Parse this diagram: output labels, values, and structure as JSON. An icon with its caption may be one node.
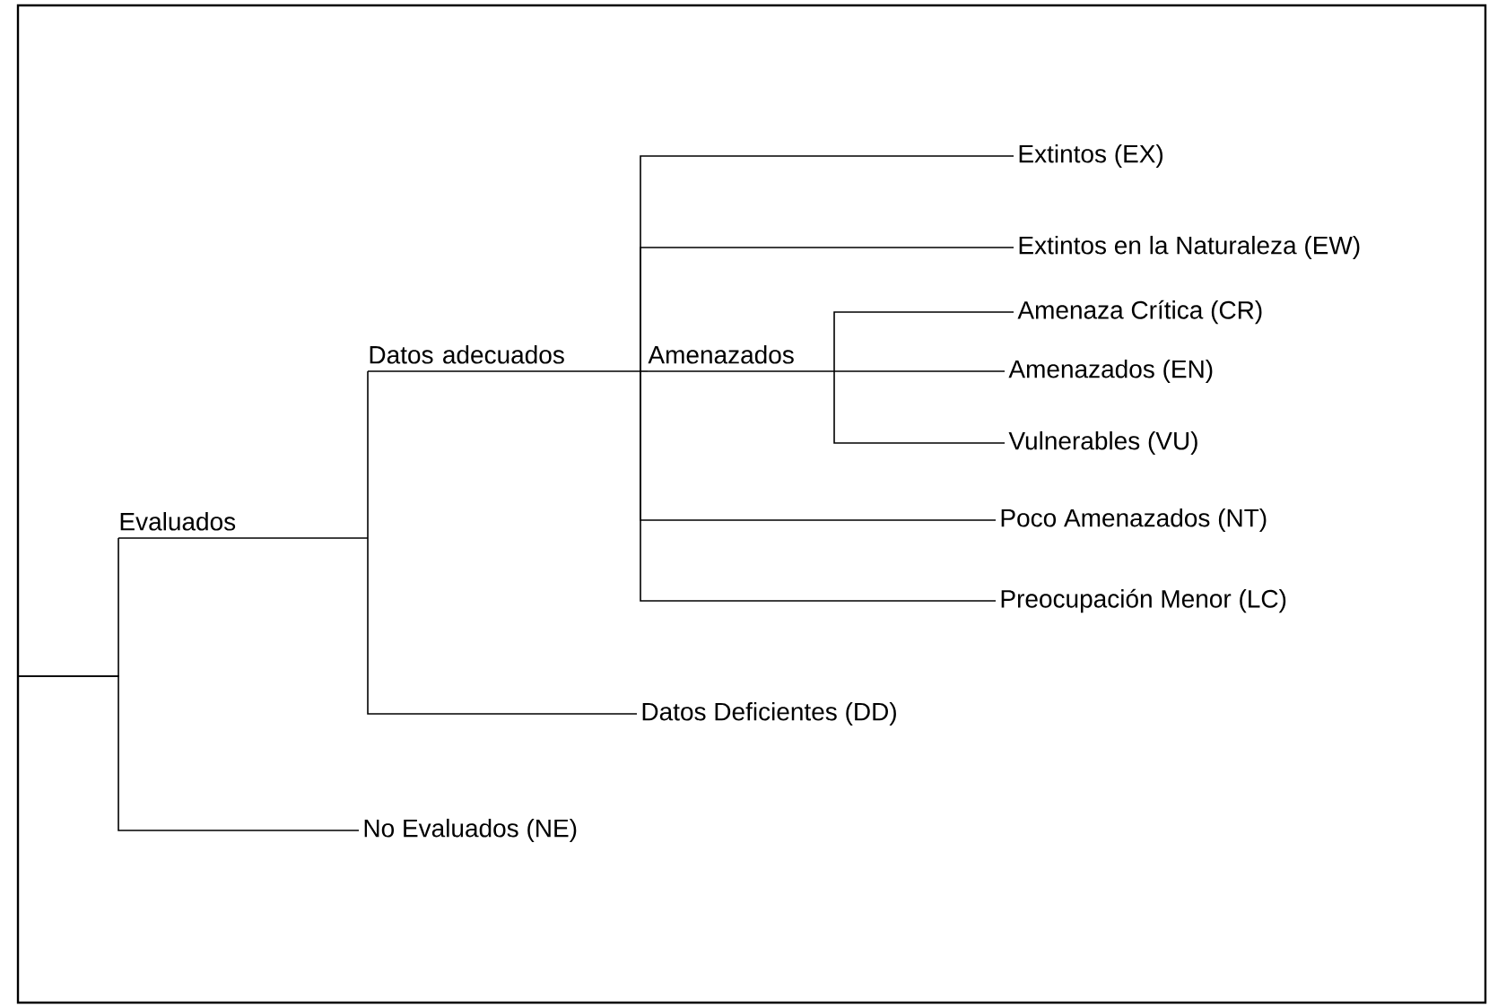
{
  "diagram": {
    "nodes": [
      {
        "text": [
          "Evaluados"
        ]
      },
      {
        "text": [
          "Datos adecuados"
        ]
      },
      {
        "text": [
          "Amenazados"
        ]
      },
      {
        "text": [
          "Extintos (EX)"
        ]
      },
      {
        "text": [
          "Extintos en la Naturaleza (EW)"
        ]
      },
      {
        "text": [
          "Amenaza Crítica (CR)"
        ]
      },
      {
        "text": [
          "Amenazados (EN)"
        ]
      },
      {
        "text": [
          "Vulnerables (VU)"
        ]
      },
      {
        "text": [
          "Poco Amenazados (NT)"
        ]
      },
      {
        "text": [
          "Preocupación Menor (LC)"
        ]
      },
      {
        "text": [
          "Datos Deficientes (DD)"
        ]
      },
      {
        "text": [
          "No Evaluados (NE)"
        ]
      }
    ],
    "edges": [
      {
        "from": null,
        "to": 0,
        "arrow": "none"
      },
      {
        "from": null,
        "to": 11,
        "arrow": "none"
      },
      {
        "from": 0,
        "to": 1,
        "arrow": "none"
      },
      {
        "from": 0,
        "to": 10,
        "arrow": "none"
      },
      {
        "from": 1,
        "to": 3,
        "arrow": "none"
      },
      {
        "from": 1,
        "to": 4,
        "arrow": "none"
      },
      {
        "from": 1,
        "to": 2,
        "arrow": "none"
      },
      {
        "from": 1,
        "to": 8,
        "arrow": "none"
      },
      {
        "from": 1,
        "to": 9,
        "arrow": "none"
      },
      {
        "from": 2,
        "to": 5,
        "arrow": "none"
      },
      {
        "from": 2,
        "to": 6,
        "arrow": "none"
      },
      {
        "from": 2,
        "to": 7,
        "arrow": "none"
      }
    ]
  }
}
